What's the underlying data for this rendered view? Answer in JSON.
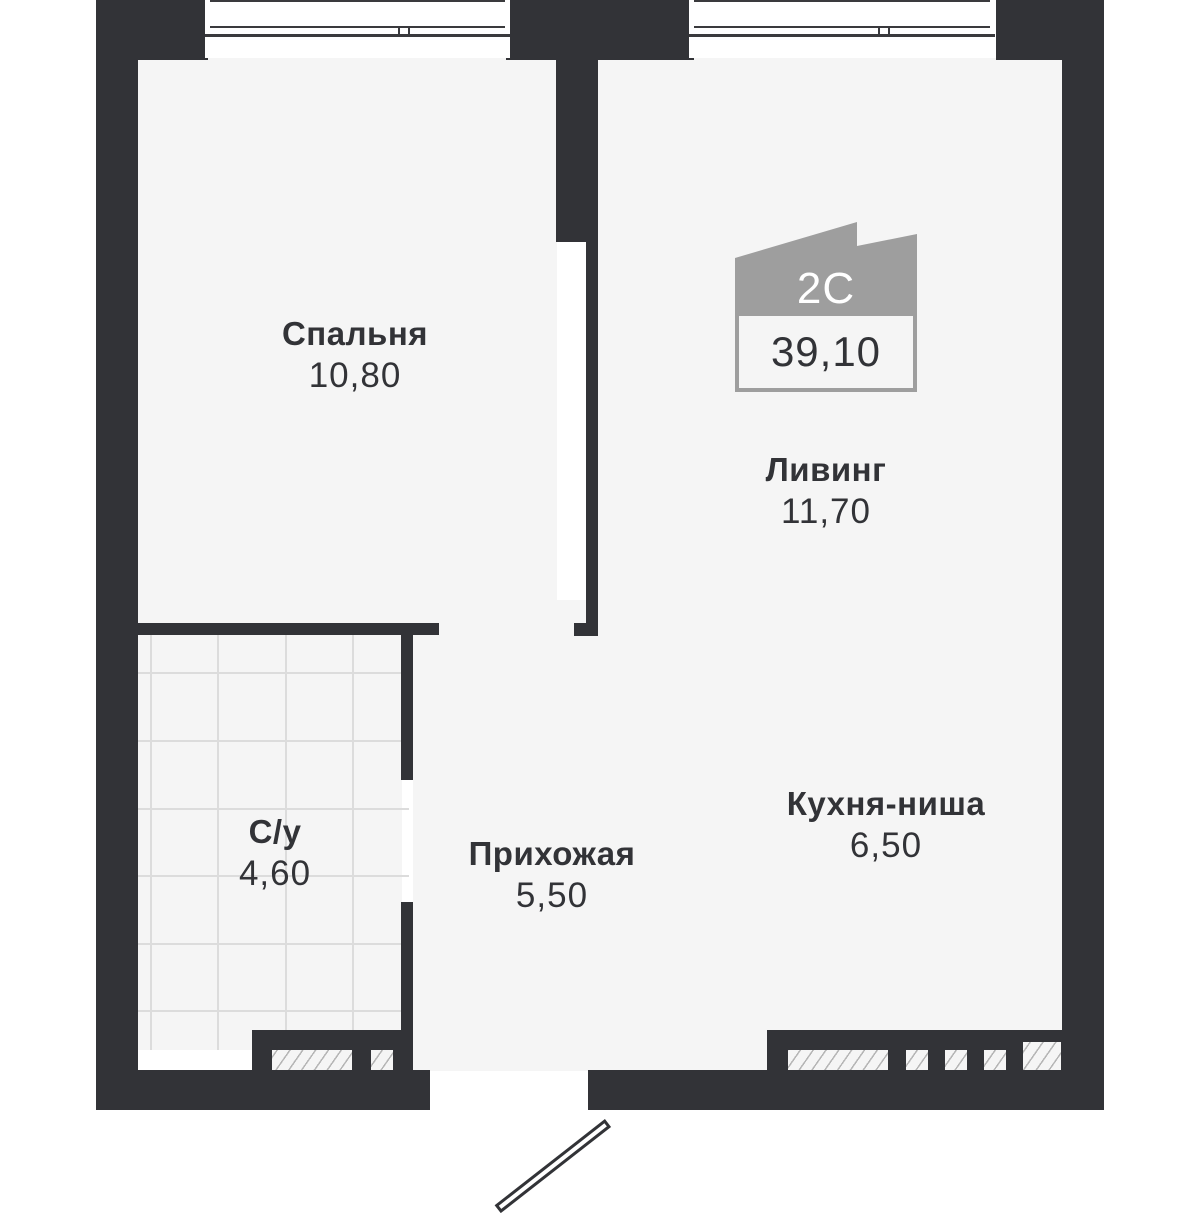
{
  "apartment": {
    "type_label": "2С",
    "total_area": "39,10"
  },
  "rooms": [
    {
      "name": "Спальня",
      "area": "10,80"
    },
    {
      "name": "Ливинг",
      "area": "11,70"
    },
    {
      "name": "С/у",
      "area": "4,60"
    },
    {
      "name": "Прихожая",
      "area": "5,50"
    },
    {
      "name": "Кухня-ниша",
      "area": "6,50"
    }
  ],
  "colors": {
    "wall": "#323337",
    "floor": "#f5f5f5",
    "badge": "#9e9e9e",
    "text": "#323337"
  },
  "icons": [
    "window-icon",
    "window-icon",
    "ventilation-shaft-icon",
    "door-icon"
  ]
}
